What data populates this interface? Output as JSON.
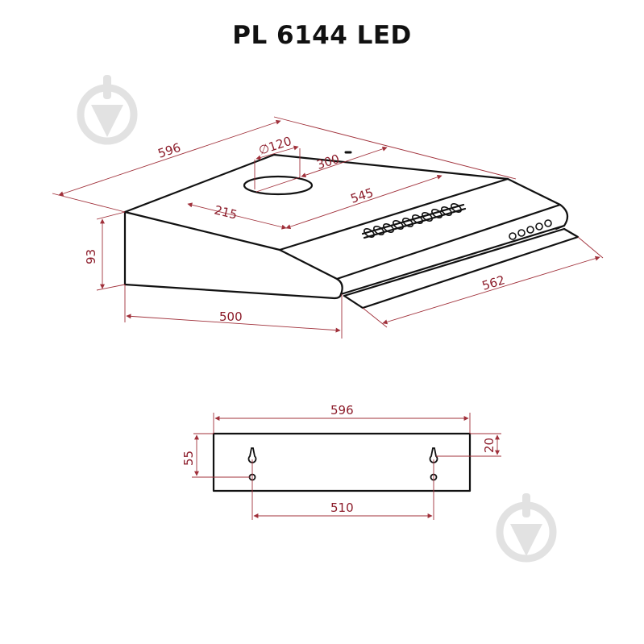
{
  "title": "PL 6144 LED",
  "colors": {
    "outline": "#111111",
    "dimension": "#a0303a",
    "dimension_text": "#8c1c2a",
    "watermark": "#e2e2e2",
    "background": "#ffffff"
  },
  "icons": {
    "watermark_top_left": "download-arrow-circle-icon",
    "watermark_bottom_right": "download-arrow-circle-icon"
  },
  "hood_view": {
    "dimensions": {
      "total_width": "596",
      "duct_diameter": "∅120",
      "duct_offset_back": "300",
      "duct_offset_side": "215",
      "inner_width": "545",
      "height": "93",
      "depth": "500",
      "visor_width": "562"
    }
  },
  "bracket_view": {
    "dimensions": {
      "width": "596",
      "height": "55",
      "top_offset": "20",
      "hole_spacing": "510"
    }
  }
}
